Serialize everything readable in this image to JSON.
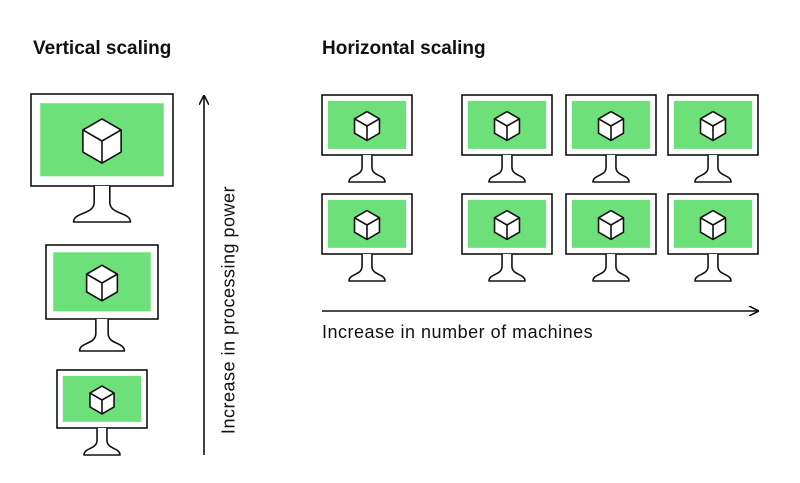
{
  "vertical": {
    "title": "Vertical scaling",
    "axis_label": "Increase in processing power",
    "machines": [
      {
        "id": "vertical-machine-large",
        "size": "large"
      },
      {
        "id": "vertical-machine-medium",
        "size": "medium"
      },
      {
        "id": "vertical-machine-small",
        "size": "small"
      }
    ]
  },
  "horizontal": {
    "title": "Horizontal scaling",
    "axis_label": "Increase in number of machines",
    "rows": 2,
    "columns": 4,
    "machine_count": 8
  },
  "colors": {
    "screen": "#6ee07a",
    "stroke": "#111111",
    "background": "#ffffff"
  },
  "icons": {
    "machine": "monitor-icon",
    "workload": "cube-icon"
  }
}
